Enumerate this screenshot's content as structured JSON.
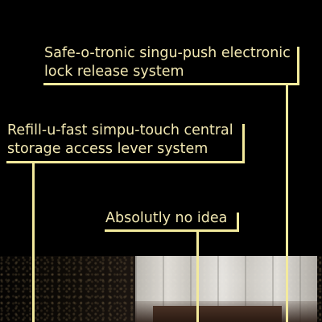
{
  "callouts": [
    {
      "line1": "Safe-o-tronic singu-push electronic",
      "line2": "lock release system"
    },
    {
      "line1": "Refill-u-fast simpu-touch central",
      "line2": "storage access lever system"
    },
    {
      "line1": "Absolutly no idea"
    }
  ],
  "colors": {
    "text": "#f2e8b2",
    "leader_line": "#f3ea9c",
    "background": "#000000"
  }
}
